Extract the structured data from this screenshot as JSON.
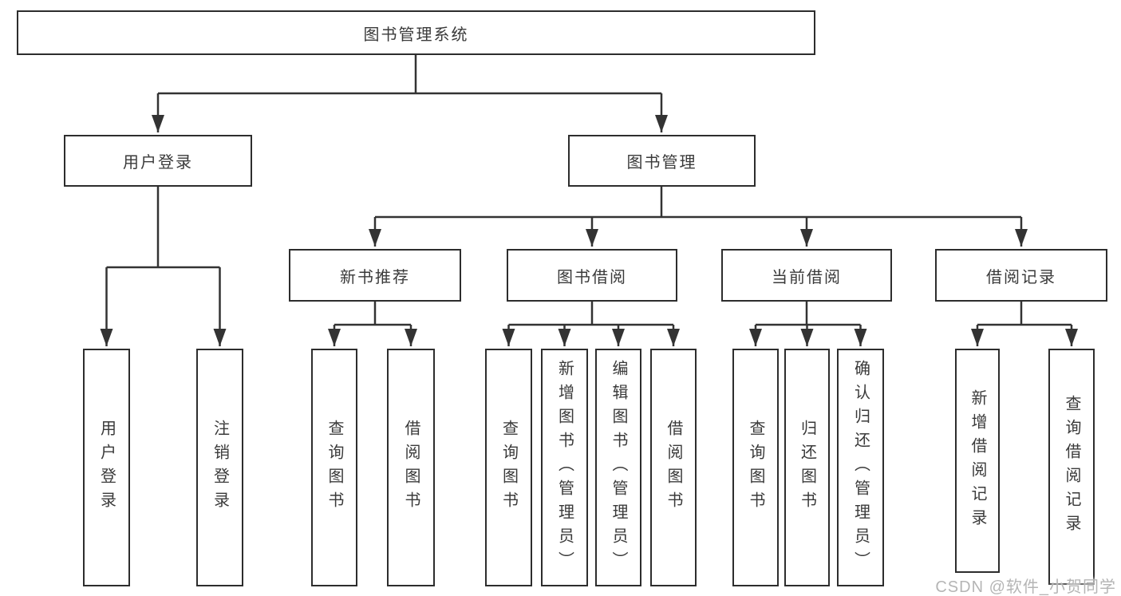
{
  "diagram": {
    "root": {
      "label": "图书管理系统"
    },
    "branches": [
      {
        "label": "用户登录",
        "children": [
          {
            "label": "用户登录"
          },
          {
            "label": "注销登录"
          }
        ]
      },
      {
        "label": "图书管理",
        "children": [
          {
            "label": "新书推荐",
            "children": [
              {
                "label": "查询图书"
              },
              {
                "label": "借阅图书"
              }
            ]
          },
          {
            "label": "图书借阅",
            "children": [
              {
                "label": "查询图书"
              },
              {
                "label": "新增图书（管理员）"
              },
              {
                "label": "编辑图书（管理员）"
              },
              {
                "label": "借阅图书"
              }
            ]
          },
          {
            "label": "当前借阅",
            "children": [
              {
                "label": "查询图书"
              },
              {
                "label": "归还图书"
              },
              {
                "label": "确认归还（管理员）"
              }
            ]
          },
          {
            "label": "借阅记录",
            "children": [
              {
                "label": "新增借阅记录"
              },
              {
                "label": "查询借阅记录"
              }
            ]
          }
        ]
      }
    ]
  },
  "watermark": {
    "text": "CSDN @软件_小贺同学",
    "color": "#b5b5b5"
  },
  "colors": {
    "line": "#333333",
    "box_border": "#2d2d2d",
    "text": "#3a3a3a",
    "background": "#ffffff"
  }
}
